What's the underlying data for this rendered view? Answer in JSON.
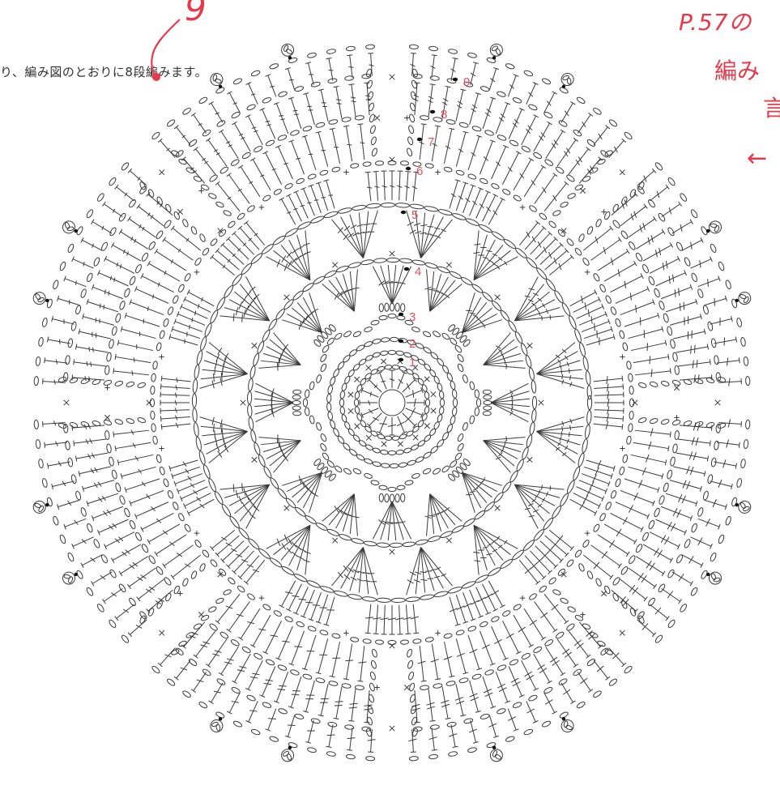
{
  "instruction_text": "り、編み図のとおりに8段編みます。",
  "handwritten": {
    "row_count": "9",
    "note_line_1": "P.57の",
    "note_line_2": "編み",
    "note_line_3": "言",
    "arrow": "←"
  },
  "row_labels": [
    "1",
    "2",
    "3",
    "4",
    "5",
    "6",
    "7",
    "8",
    "9"
  ],
  "colors": {
    "ink": "#333333",
    "red_annotation": "#e8394a",
    "row_number": "#e5505f"
  }
}
